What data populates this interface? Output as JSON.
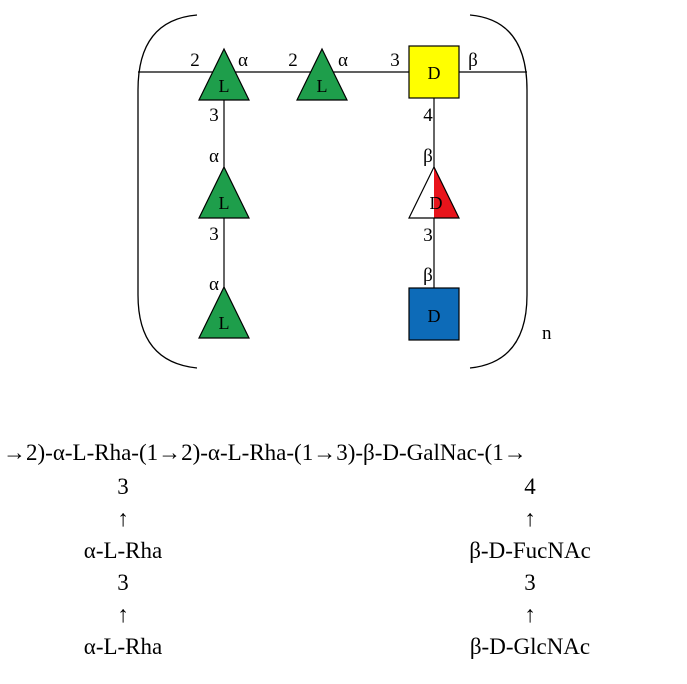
{
  "diagram": {
    "repeat_label": "n",
    "colors": {
      "rhamnose": "#1e9e4b",
      "galnac": "#ffff00",
      "fucnac": "#e8141b",
      "glcnac": "#0d6bb8",
      "line": "#000000"
    },
    "residues": {
      "rha_1": {
        "shape": "triangle",
        "letter": "L"
      },
      "rha_2": {
        "shape": "triangle",
        "letter": "L"
      },
      "galnac": {
        "shape": "square",
        "letter": "D"
      },
      "rha_3": {
        "shape": "triangle",
        "letter": "L"
      },
      "rha_4": {
        "shape": "triangle",
        "letter": "L"
      },
      "fucnac": {
        "shape": "half-filled-triangle",
        "letter": "D"
      },
      "glcnac": {
        "shape": "square",
        "letter": "D"
      }
    },
    "linkages": {
      "l1_pos": "2",
      "l1_anomer": "α",
      "l2_pos": "2",
      "l2_anomer": "α",
      "l3_pos": "3",
      "l3_anomer": "β",
      "l4_pos": "3",
      "l4_anomer": "α",
      "l5_pos": "3",
      "l5_anomer": "α",
      "l6_pos": "4",
      "l6_anomer": "β",
      "l7_pos": "3",
      "l7_anomer": "β"
    }
  },
  "formula": {
    "main_chain": "→2)-α-L-Rha-(1→2)-α-L-Rha-(1→3)-β-D-GalNac-(1→",
    "left_branch": {
      "pos_1": "3",
      "arrow_1": "↑",
      "residue_1": "α-L-Rha",
      "pos_2": "3",
      "arrow_2": "↑",
      "residue_2": "α-L-Rha"
    },
    "right_branch": {
      "pos_1": "4",
      "arrow_1": "↑",
      "residue_1": "β-D-FucNAc",
      "pos_2": "3",
      "arrow_2": "↑",
      "residue_2": "β-D-GlcNAc"
    }
  }
}
